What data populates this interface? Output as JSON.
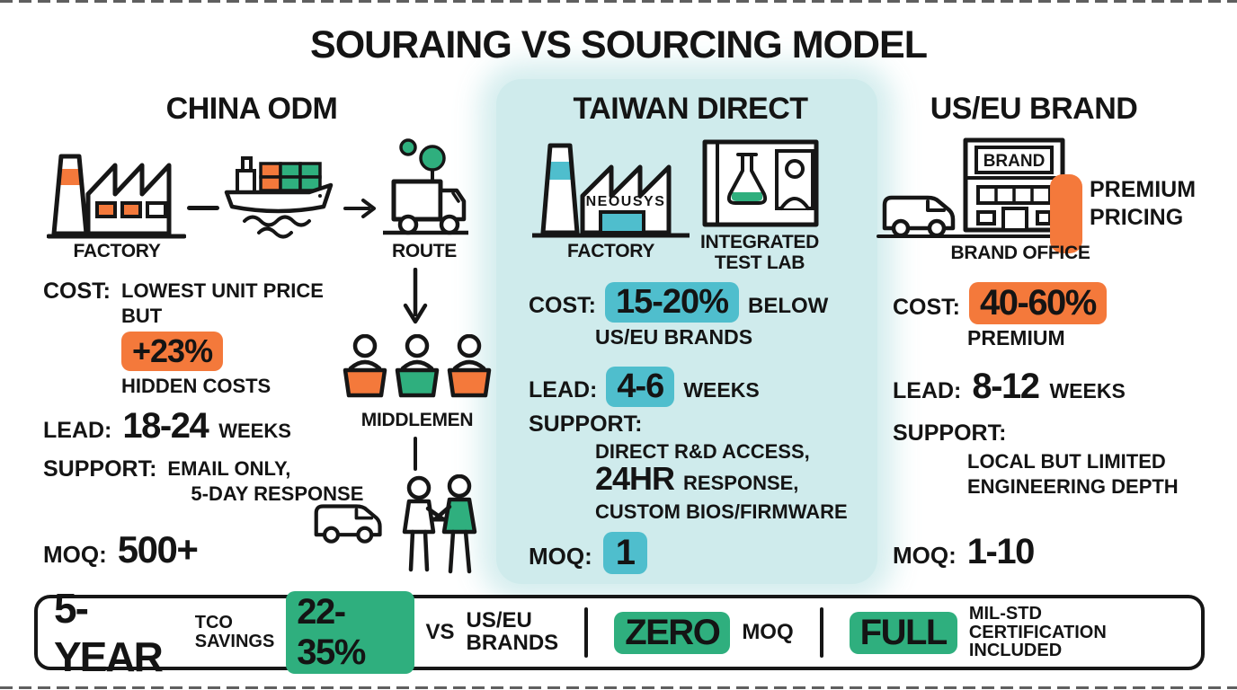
{
  "title": "SOURAING VS SOURCING MODEL",
  "colors": {
    "orange": "#F4793B",
    "green": "#2FAF7E",
    "teal": "#4FBECD",
    "panel_teal": "#CFEBEC",
    "text": "#141414"
  },
  "columns": {
    "china": {
      "header": "CHINA ODM",
      "factory_label": "FACTORY",
      "route_label": "ROUTE",
      "middlemen_label": "MIDDLEMEN",
      "cost": {
        "label": "COST:",
        "line1": "LOWEST UNIT PRICE",
        "line2": "BUT",
        "highlight": "+23%",
        "line3": "HIDDEN COSTS"
      },
      "lead": {
        "label": "LEAD:",
        "value": "18-24",
        "unit": "WEEKS"
      },
      "support": {
        "label": "SUPPORT:",
        "line1": "EMAIL ONLY,",
        "line2": "5-DAY RESPONSE"
      },
      "moq": {
        "label": "MOQ:",
        "value": "500+"
      }
    },
    "taiwan": {
      "header": "TAIWAN DIRECT",
      "factory_brand": "NEOUSYS",
      "factory_label": "FACTORY",
      "lab_label_line1": "INTEGRATED",
      "lab_label_line2": "TEST LAB",
      "cost": {
        "label": "COST:",
        "highlight": "15-20%",
        "after": "BELOW",
        "line2": "US/EU BRANDS"
      },
      "lead": {
        "label": "LEAD:",
        "value": "4-6",
        "unit": "WEEKS"
      },
      "support": {
        "label": "SUPPORT:",
        "line1": "DIRECT R&D ACCESS,",
        "line2_big": "24HR",
        "line2_rest": "RESPONSE,",
        "line3": "CUSTOM BIOS/FIRMWARE"
      },
      "moq": {
        "label": "MOQ:",
        "value": "1"
      }
    },
    "useu": {
      "header": "US/EU BRAND",
      "building_sign": "BRAND",
      "office_label": "BRAND OFFICE",
      "premium_line1": "PREMIUM",
      "premium_line2": "PRICING",
      "cost": {
        "label": "COST:",
        "highlight": "40-60%",
        "line2": "PREMIUM"
      },
      "lead": {
        "label": "LEAD:",
        "value": "8-12",
        "unit": "WEEKS"
      },
      "support": {
        "label": "SUPPORT:",
        "line1": "LOCAL BUT LIMITED",
        "line2": "ENGINEERING DEPTH"
      },
      "moq": {
        "label": "MOQ:",
        "value": "1-10"
      }
    }
  },
  "footer": {
    "tco": {
      "big": "5-YEAR",
      "small1": "TCO",
      "small2": "SAVINGS",
      "highlight": "22-35%",
      "vs": "VS",
      "small3": "US/EU",
      "small4": "BRANDS"
    },
    "moq": {
      "highlight": "ZERO",
      "label": "MOQ"
    },
    "cert": {
      "highlight": "FULL",
      "small1": "MIL-STD",
      "small2": "CERTIFICATION INCLUDED"
    }
  }
}
